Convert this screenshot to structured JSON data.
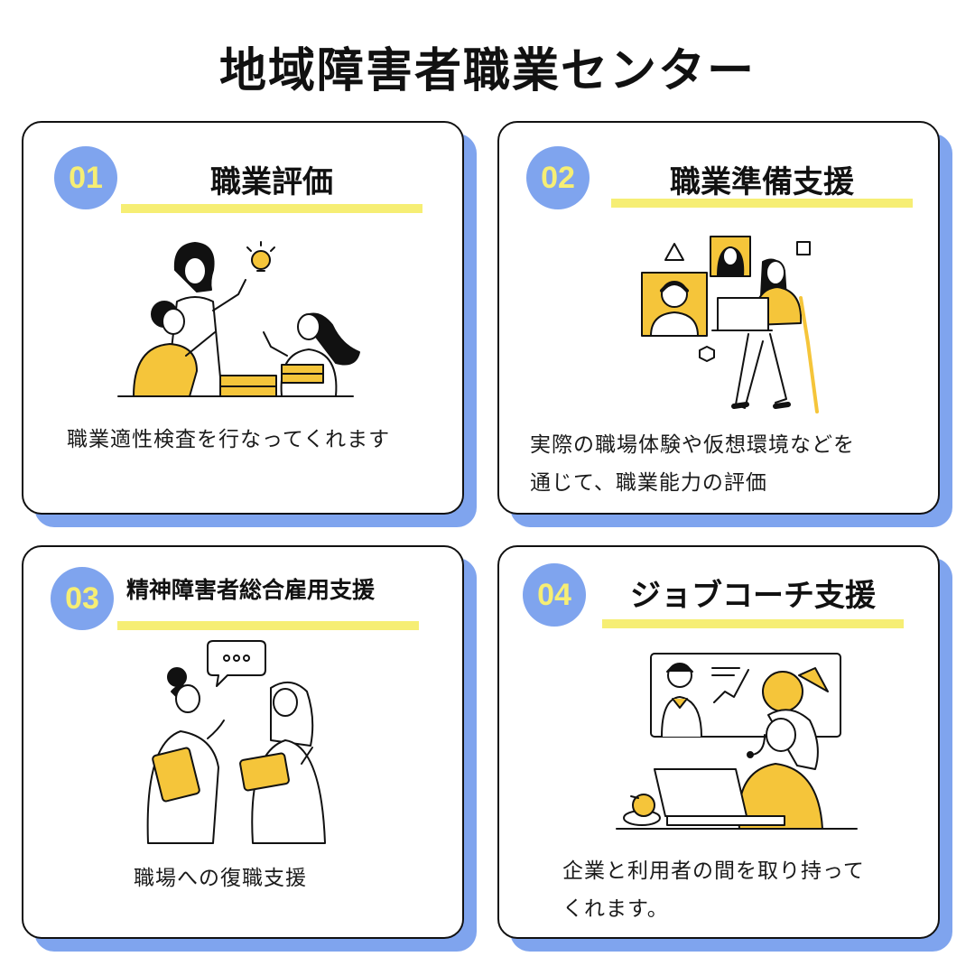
{
  "title": "地域障害者職業センター",
  "colors": {
    "accent_blue": "#7fa4ee",
    "highlight_yellow": "#f6ee74",
    "illustration_yellow": "#f5c53a",
    "text": "#111111"
  },
  "cards": [
    {
      "number": "01",
      "title": "職業評価",
      "description_lines": [
        "職業適性検査を行なってくれます"
      ],
      "illustration": "team-brainstorm-illustration"
    },
    {
      "number": "02",
      "title": "職業準備支援",
      "description_lines": [
        "実際の職場体験や仮想環境などを",
        "通じて、職業能力の評価"
      ],
      "illustration": "video-call-illustration"
    },
    {
      "number": "03",
      "title": "精神障害者総合雇用支援",
      "description_lines": [
        "職場への復職支援"
      ],
      "illustration": "two-women-talking-illustration"
    },
    {
      "number": "04",
      "title": "ジョブコーチ支援",
      "description_lines": [
        "企業と利用者の間を取り持って",
        "くれます。"
      ],
      "illustration": "job-coach-illustration"
    }
  ]
}
